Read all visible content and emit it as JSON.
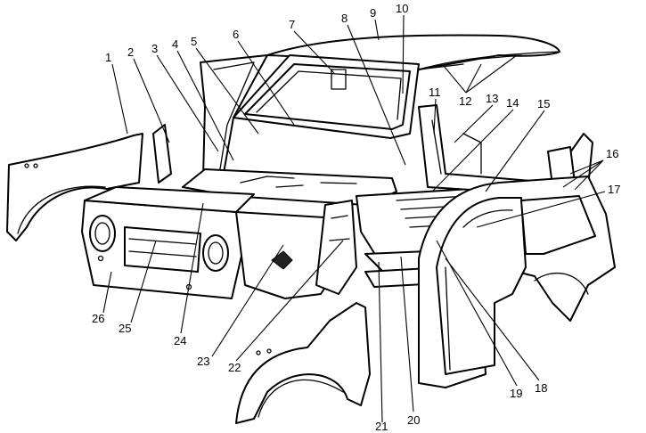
{
  "callouts": [
    {
      "id": 1,
      "label": "1"
    },
    {
      "id": 2,
      "label": "2"
    },
    {
      "id": 3,
      "label": "3"
    },
    {
      "id": 4,
      "label": "4"
    },
    {
      "id": 5,
      "label": "5"
    },
    {
      "id": 6,
      "label": "6"
    },
    {
      "id": 7,
      "label": "7"
    },
    {
      "id": 8,
      "label": "8"
    },
    {
      "id": 9,
      "label": "9"
    },
    {
      "id": 10,
      "label": "10"
    },
    {
      "id": 11,
      "label": "11"
    },
    {
      "id": 12,
      "label": "12"
    },
    {
      "id": 13,
      "label": "13"
    },
    {
      "id": 14,
      "label": "14"
    },
    {
      "id": 15,
      "label": "15"
    },
    {
      "id": 16,
      "label": "16"
    },
    {
      "id": 17,
      "label": "17"
    },
    {
      "id": 18,
      "label": "18"
    },
    {
      "id": 19,
      "label": "19"
    },
    {
      "id": 20,
      "label": "20"
    },
    {
      "id": 21,
      "label": "21"
    },
    {
      "id": 22,
      "label": "22"
    },
    {
      "id": 23,
      "label": "23"
    },
    {
      "id": 24,
      "label": "24"
    },
    {
      "id": 25,
      "label": "25"
    },
    {
      "id": 26,
      "label": "26"
    }
  ]
}
